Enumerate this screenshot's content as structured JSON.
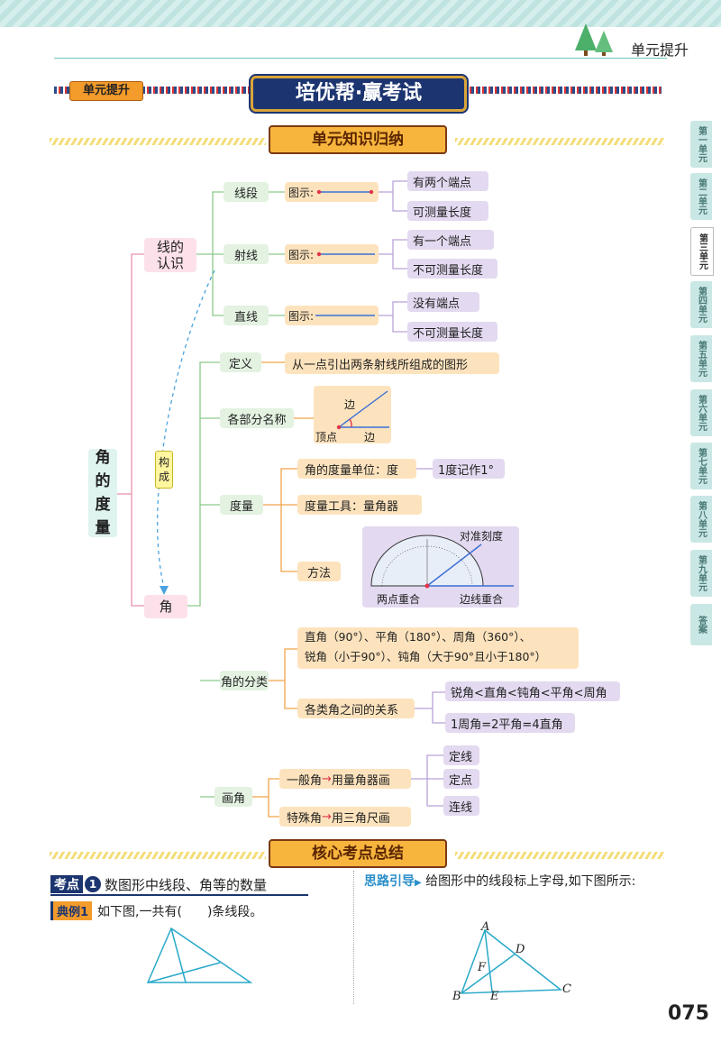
{
  "header": {
    "unit": "单元提升"
  },
  "banner": {
    "tag": "单元提升",
    "title": "培优帮·赢考试"
  },
  "sections": {
    "summary": "单元知识归纳",
    "core": "核心考点总结"
  },
  "side_tabs": [
    "第一单元",
    "第二单元",
    "第三单元",
    "第四单元",
    "第五单元",
    "第六单元",
    "第七单元",
    "第八单元",
    "第九单元",
    "答案"
  ],
  "map": {
    "root": [
      "角",
      "的",
      "度",
      "量"
    ],
    "compose": [
      "构",
      "成"
    ],
    "line_group": {
      "label": "线的认识",
      "segment": {
        "name": "线段",
        "fig": "图示:",
        "props": [
          "有两个端点",
          "可测量长度"
        ]
      },
      "ray": {
        "name": "射线",
        "fig": "图示:",
        "props": [
          "有一个端点",
          "不可测量长度"
        ]
      },
      "line": {
        "name": "直线",
        "fig": "图示:",
        "props": [
          "没有端点",
          "不可测量长度"
        ]
      }
    },
    "angle": {
      "label": "角",
      "definition": {
        "name": "定义",
        "text": "从一点引出两条射线所组成的图形"
      },
      "parts": {
        "name": "各部分名称",
        "labels": {
          "side1": "边",
          "vertex": "顶点",
          "side2": "边"
        }
      },
      "measure": {
        "name": "度量",
        "unit": "角的度量单位：度",
        "unit_note": "1度记作1°",
        "tool": "度量工具：量角器",
        "method": "方法",
        "proto": {
          "align": "对准刻度",
          "center": "两点重合",
          "edge": "边线重合"
        }
      },
      "types": {
        "name": "角的分类",
        "list": "直角（90°）、平角（180°）、周角（360°）、",
        "list2": "锐角（小于90°）、钝角（大于90°且小于180°）",
        "relation": "各类角之间的关系",
        "order": "锐角<直角<钝角<平角<周角",
        "equal": "1周角=2平角=4直角"
      },
      "draw": {
        "name": "画角",
        "general_a": "一般角",
        "general_b": "用量角器画",
        "special_a": "特殊角",
        "special_b": "用三角尺画",
        "steps": [
          "定线",
          "定点",
          "连线"
        ]
      }
    }
  },
  "kaodian": {
    "label": "考点",
    "num": "1",
    "title": "数图形中线段、角等的数量",
    "example_tag": "典例1",
    "example": "如下图,一共有(　　)条线段。",
    "hint_tag": "思路引导",
    "hint": "给图形中的线段标上字母,如下图所示:",
    "points": {
      "A": "A",
      "B": "B",
      "C": "C",
      "D": "D",
      "E": "E",
      "F": "F"
    }
  },
  "page": {
    "number": "075"
  },
  "colors": {
    "green": "#8cc98a",
    "pink": "#e892a9",
    "orange": "#f2a54b",
    "purple": "#b9a2d8",
    "navy": "#1c3570"
  }
}
